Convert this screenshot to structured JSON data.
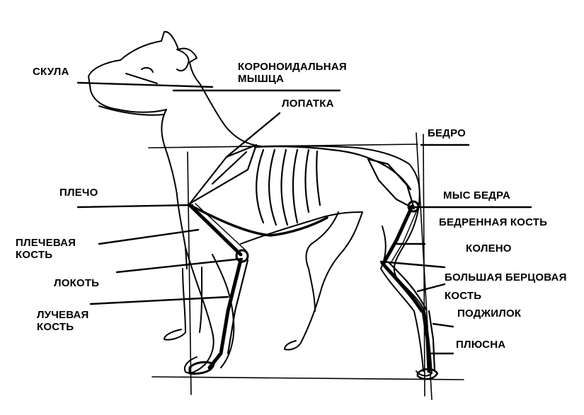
{
  "diagram": {
    "labels": {
      "skula": "СКУЛА",
      "koronoid": [
        "КОРОНОИДАЛЬНАЯ",
        "МЫШЦА"
      ],
      "lopatka": "ЛОПАТКА",
      "bedro": "БЕДРО",
      "plecho": "ПЛЕЧО",
      "mys_bedra": "МЫС БЕДРА",
      "plechevaya": [
        "ПЛЕЧЕВАЯ",
        "КОСТЬ"
      ],
      "bedrennaya": "БЕДРЕННАЯ КОСТЬ",
      "koleno": "КОЛЕНО",
      "lokot": "ЛОКОТЬ",
      "bercovaya": [
        "БОЛЬШАЯ БЕРЦОВАЯ",
        "КОСТЬ"
      ],
      "luchevaya": [
        "ЛУЧЕВАЯ",
        "КОСТЬ"
      ],
      "podzhilok": "ПОДЖИЛОК",
      "plyusna": "ПЛЮСНА"
    },
    "colors": {
      "ink": "#000000",
      "paper": "#ffffff"
    }
  }
}
